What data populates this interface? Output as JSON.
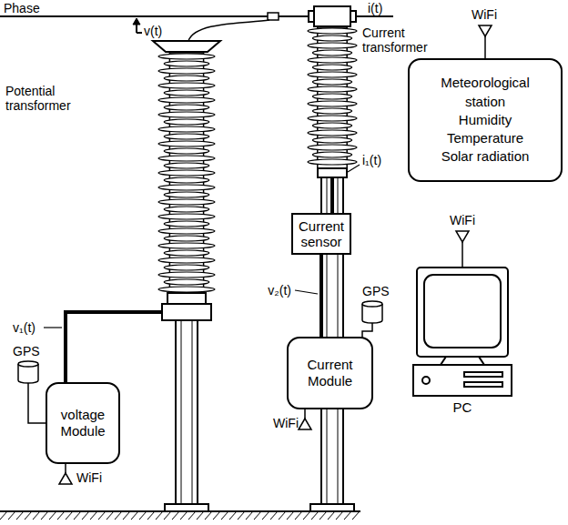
{
  "diagram": {
    "nodes": [
      {
        "text": [
          "Meteorological station",
          "Humidity",
          "Temperature",
          "Solar radiation"
        ]
      },
      {
        "text": [
          "Current sensor"
        ]
      },
      {
        "text": [
          "PC"
        ]
      },
      {
        "text": [
          "Current Module"
        ]
      },
      {
        "text": [
          "voltage Module"
        ]
      }
    ],
    "edges": [
      {
        "from": 1,
        "to": 3,
        "arrow": "none",
        "label": "v₂(t)"
      }
    ],
    "labels": [
      "Phase",
      "i(t)",
      "v(t)",
      "Current transformer",
      "Potential transformer",
      "i₁(t)",
      "v₁(t)",
      "GPS",
      "GPS",
      "WiFi",
      "WiFi",
      "WiFi",
      "WiFi"
    ]
  }
}
